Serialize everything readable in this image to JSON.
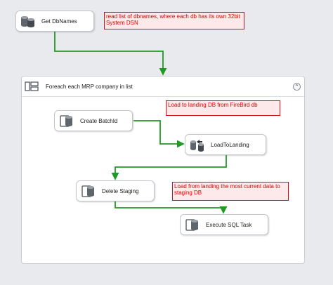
{
  "tasks": {
    "get_dbnames": "Get DbNames",
    "create_batchid": "Create BatchId",
    "load_to_landing": "LoadToLanding",
    "delete_staging": "Delete Staging",
    "execute_sql": "Execute SQL Task"
  },
  "container": {
    "title": "Foreach each MRP company in list",
    "collapse_glyph": "⌃"
  },
  "annotations": {
    "note1": "read list of dbnames, where each db has its own 32bit System DSN",
    "note2": "Load to landing DB from FireBird db",
    "note3": "Load from landing the most current data to staging DB"
  },
  "colors": {
    "connector": "#1f9a25",
    "note_border": "#d4101a",
    "note_text": "#e00000"
  }
}
